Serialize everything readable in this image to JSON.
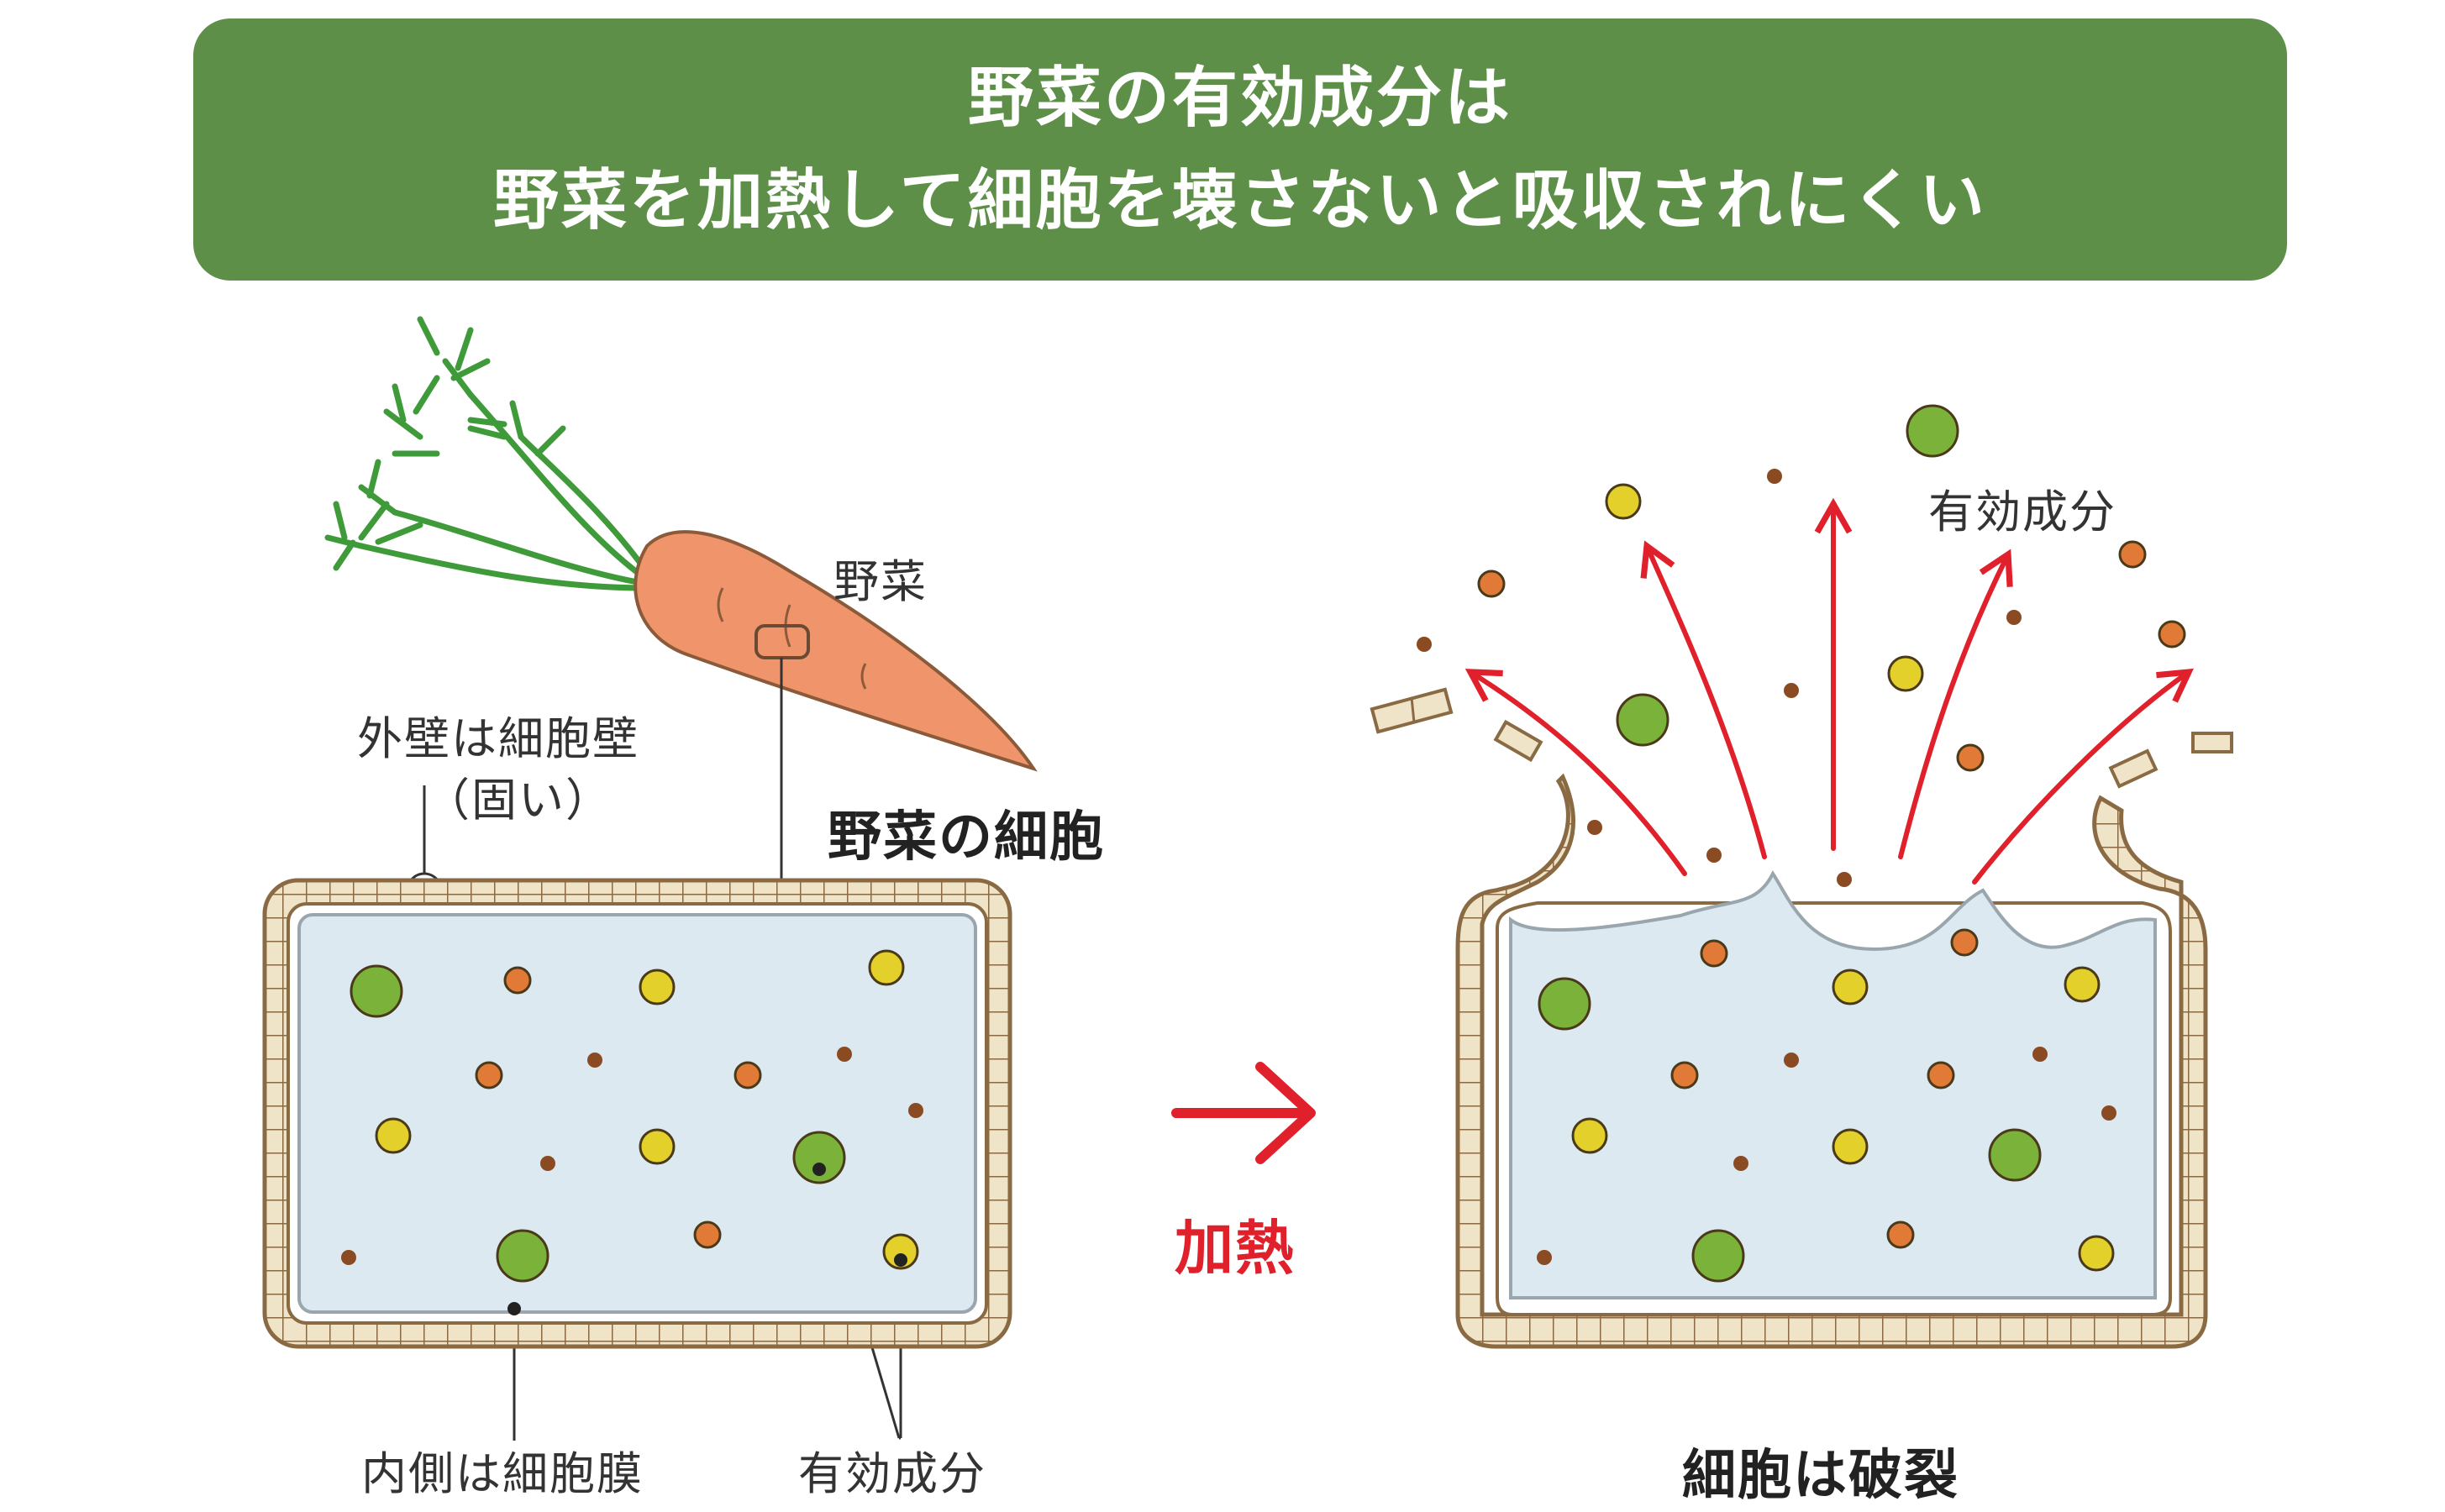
{
  "header": {
    "line1": "野菜の有効成分は",
    "line2": "野菜を加熱して細胞を壊さないと吸収されにくい"
  },
  "labels": {
    "vegetable": "野菜",
    "outer_wall_line1": "外壁は細胞壁",
    "outer_wall_line2": "（固い）",
    "vegetable_cell": "野菜の細胞",
    "inner_membrane": "内側は細胞膜",
    "active_ingredients_left": "有効成分",
    "heating": "加熱",
    "active_ingredients_right": "有効成分",
    "cell_burst": "細胞は破裂"
  },
  "colors": {
    "banner_green": "#5e8f48",
    "arrow_red": "#e0202a",
    "cytoplasm_blue": "#dce9f1",
    "wall_tan": "#efe3c8",
    "wall_outline": "#8a6a43",
    "carrot_orange": "#f0956b",
    "leaf_green": "#3f9a3a",
    "particle_green": "#7bb23a",
    "particle_yellow": "#e3d02a",
    "particle_orange": "#e07a36",
    "particle_brown": "#8a4a22"
  },
  "icons": [
    "carrot-icon",
    "right-arrow-icon",
    "burst-arrow-icon"
  ]
}
